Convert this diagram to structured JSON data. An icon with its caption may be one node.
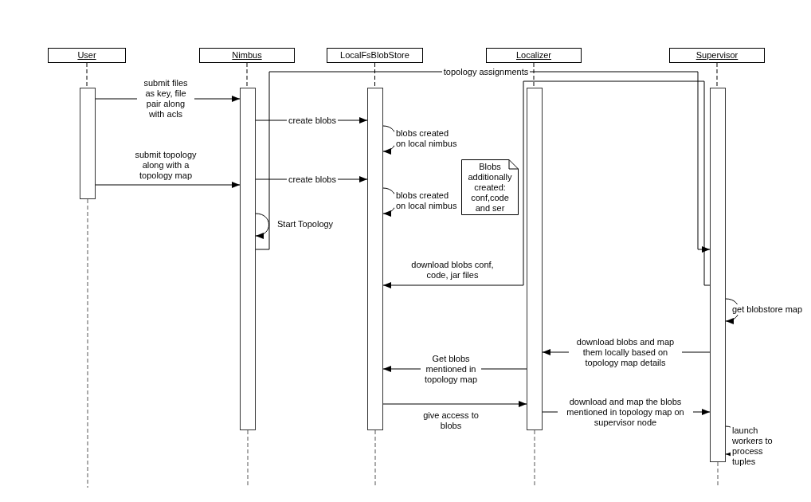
{
  "diagram": {
    "nodes": [
      {
        "text": [
          "User"
        ]
      },
      {
        "text": [
          "Nimbus"
        ]
      },
      {
        "text": [
          "LocalFsBlobStore"
        ]
      },
      {
        "text": [
          "Localizer"
        ]
      },
      {
        "text": [
          "Supervisor"
        ]
      },
      {
        "text": [],
        "shape": "bar"
      },
      {
        "text": [],
        "shape": "bar"
      },
      {
        "text": [],
        "shape": "bar"
      },
      {
        "text": [],
        "shape": "bar"
      },
      {
        "text": [],
        "shape": "bar"
      },
      {
        "text": [
          "Blobs additionally created: conf,code and ser"
        ]
      }
    ],
    "edges": [
      {
        "from": 0,
        "to": 5,
        "arrow": "none",
        "style": "dashed"
      },
      {
        "from": 1,
        "to": 6,
        "arrow": "none",
        "style": "dashed"
      },
      {
        "from": 2,
        "to": 7,
        "arrow": "none",
        "style": "dashed"
      },
      {
        "from": 3,
        "to": 8,
        "arrow": "none",
        "style": "dashed"
      },
      {
        "from": 4,
        "to": 9,
        "arrow": "none",
        "style": "dashed"
      },
      {
        "from": 5,
        "to": 6,
        "arrow": "to",
        "label": "submit files as key, file pair along with acls"
      },
      {
        "from": 6,
        "to": 7,
        "arrow": "to",
        "label": "create blobs"
      },
      {
        "from": 7,
        "to": 7,
        "arrow": "to",
        "label": "blobs created on local nimbus"
      },
      {
        "from": 5,
        "to": 6,
        "arrow": "to",
        "label": "submit topology along with a topology map"
      },
      {
        "from": 6,
        "to": 7,
        "arrow": "to",
        "label": "create blobs"
      },
      {
        "from": 7,
        "to": 7,
        "arrow": "to",
        "label": "blobs created on local nimbus"
      },
      {
        "from": 6,
        "to": 6,
        "arrow": "to",
        "label": "Start Topology"
      },
      {
        "from": 6,
        "to": 9,
        "arrow": "to",
        "label": "topology assignments"
      },
      {
        "from": 9,
        "to": 7,
        "arrow": "to",
        "label": "download blobs conf, code, jar files"
      },
      {
        "from": 9,
        "to": 9,
        "arrow": "to",
        "label": "get blobstore map"
      },
      {
        "from": 9,
        "to": 8,
        "arrow": "to",
        "label": "download blobs and map them locally based on topology map details"
      },
      {
        "from": 8,
        "to": 7,
        "arrow": "to",
        "label": "Get blobs mentioned in topology map"
      },
      {
        "from": 7,
        "to": 8,
        "arrow": "to",
        "label": "give access to blobs"
      },
      {
        "from": 8,
        "to": 9,
        "arrow": "to",
        "label": "download and map the blobs mentioned in topology map on supervisor node"
      },
      {
        "from": 9,
        "to": 9,
        "arrow": "to",
        "label": "launch workers to process tuples"
      }
    ]
  }
}
